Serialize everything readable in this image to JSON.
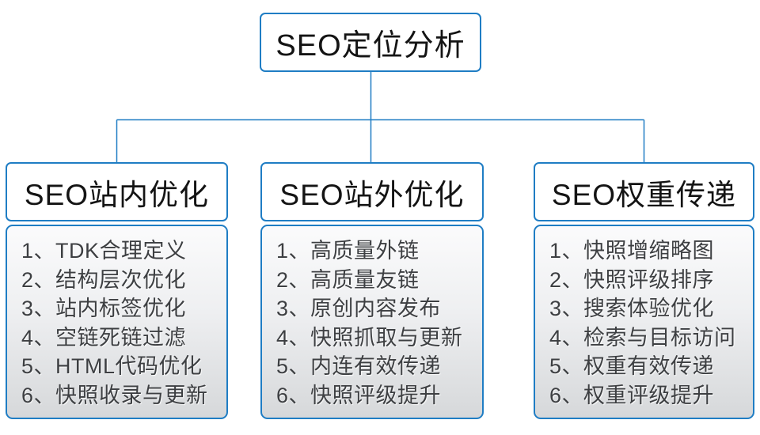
{
  "diagram": {
    "root": {
      "label": "SEO定位分析"
    },
    "columns": [
      {
        "title": "SEO站内优化",
        "items": [
          "1、TDK合理定义",
          "2、结构层次优化",
          "3、站内标签优化",
          "4、空链死链过滤",
          "5、HTML代码优化",
          "6、快照收录与更新"
        ]
      },
      {
        "title": "SEO站外优化",
        "items": [
          "1、高质量外链",
          "2、高质量友链",
          "3、原创内容发布",
          "4、快照抓取与更新",
          "5、内连有效传递",
          "6、快照评级提升"
        ]
      },
      {
        "title": "SEO权重传递",
        "items": [
          "1、快照增缩略图",
          "2、快照评级排序",
          "3、搜索体验优化",
          "4、检索与目标访问",
          "5、权重有效传递",
          "6、权重评级提升"
        ]
      }
    ]
  },
  "colors": {
    "border_blue": "#1f7dc4",
    "connector_blue": "#1f7dc4",
    "header_text": "#141414",
    "item_text": "#3d3f42",
    "list_gradient_top": "#fbfbfc",
    "list_gradient_bottom": "#d6d8da"
  }
}
